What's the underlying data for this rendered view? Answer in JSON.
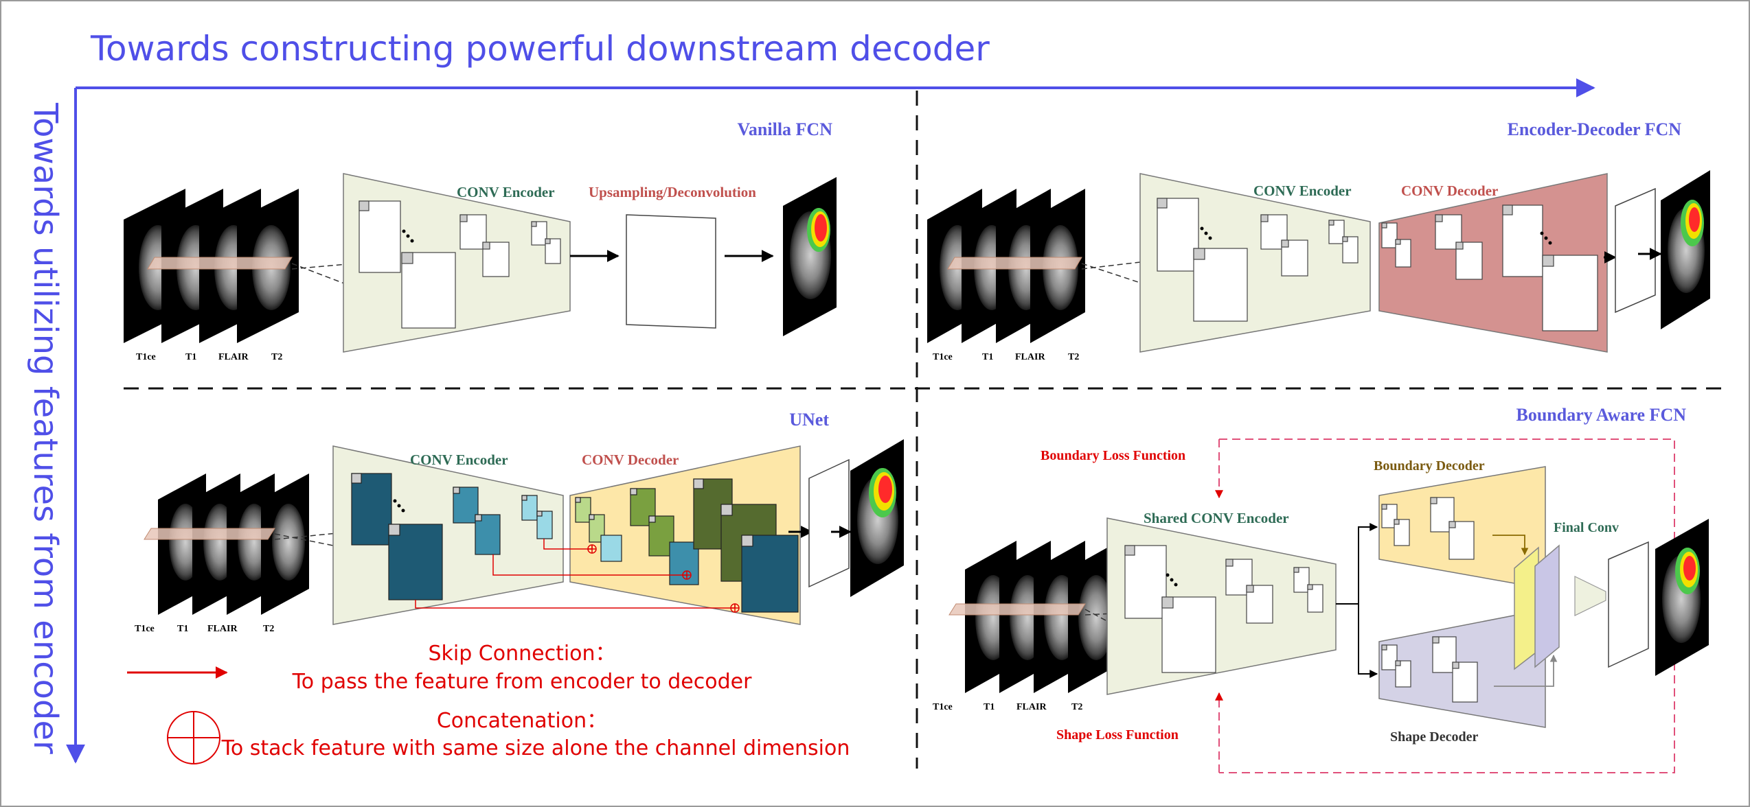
{
  "axes": {
    "horizontal_title": "Towards constructing powerful downstream decoder",
    "vertical_title": "Towards utilizing features from encoder"
  },
  "modalities": [
    "T1ce",
    "T1",
    "FLAIR",
    "T2"
  ],
  "panels": {
    "vanilla": {
      "title": "Vanilla FCN",
      "encoder_label": "CONV Encoder",
      "upsampling_label": "Upsampling/Deconvolution"
    },
    "encdec": {
      "title": "Encoder-Decoder FCN",
      "encoder_label": "CONV Encoder",
      "decoder_label": "CONV Decoder"
    },
    "unet": {
      "title": "UNet",
      "encoder_label": "CONV Encoder",
      "decoder_label": "CONV Decoder"
    },
    "boundary": {
      "title": "Boundary Aware FCN",
      "boundary_loss_label": "Boundary Loss Function",
      "shape_loss_label": "Shape Loss Function",
      "shared_encoder_label": "Shared CONV Encoder",
      "boundary_decoder_label": "Boundary Decoder",
      "shape_decoder_label": "Shape Decoder",
      "final_conv_label": "Final Conv"
    }
  },
  "legend": {
    "skip_title": "Skip Connection：",
    "skip_desc": "To pass the feature from encoder to decoder",
    "concat_title": "Concatenation：",
    "concat_desc": "To stack feature with same size alone the channel dimension"
  },
  "colors": {
    "axis_blue": "#4f4fe8",
    "title_blue": "#5a5adc",
    "encoder_label_green": "#2e6b55",
    "decoder_label_red": "#c0504d",
    "loss_red": "#e00000",
    "encoder_fill": "#eef1df",
    "decoder_fill_red": "#d49290",
    "decoder_fill_yellow": "#fde7a8",
    "shape_decoder_fill": "#d4d2e6",
    "final_yellow": "#f4f08a",
    "final_purple": "#c9c6e6",
    "unet_dark_teal": "#1e5a74",
    "unet_mid_teal": "#3d8fab",
    "unet_light_teal": "#9ad9e6",
    "unet_light_green": "#b9d98a",
    "unet_green": "#7aa040",
    "unet_dark_green": "#556b2f",
    "tumor_red": "#ff2a2a",
    "tumor_yellow": "#f2e000",
    "tumor_green": "#4cc84c"
  }
}
